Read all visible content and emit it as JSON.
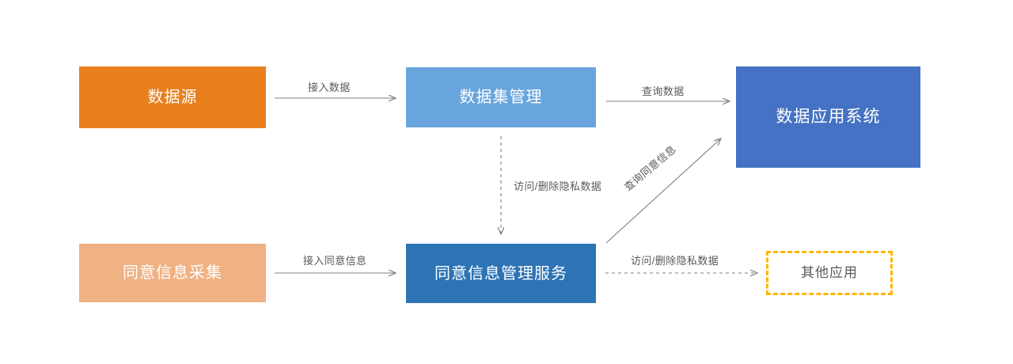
{
  "diagram": {
    "title": "",
    "background": "#ffffff",
    "nodes": [
      {
        "id": "datasource",
        "label": "数据源",
        "fill": "#e8801e",
        "text_color": "#ffffff",
        "style": "solid"
      },
      {
        "id": "dataset-mgmt",
        "label": "数据集管理",
        "fill": "#69a5dd",
        "text_color": "#ffffff",
        "style": "solid"
      },
      {
        "id": "data-app-system",
        "label": "数据应用系统",
        "fill": "#4572c4",
        "text_color": "#ffffff",
        "style": "solid"
      },
      {
        "id": "consent-collect",
        "label": "同意信息采集",
        "fill": "#f0b183",
        "text_color": "#ffffff",
        "style": "solid"
      },
      {
        "id": "consent-service",
        "label": "同意信息管理服务",
        "fill": "#2d74b5",
        "text_color": "#ffffff",
        "style": "solid"
      },
      {
        "id": "other-app",
        "label": "其他应用",
        "fill": "#ffffff",
        "text_color": "#5a5a5a",
        "style": "dashed",
        "border_color": "#ffb600"
      }
    ],
    "edges": [
      {
        "id": "ingest-data",
        "label": "接入数据",
        "from": "datasource",
        "to": "dataset-mgmt",
        "style": "solid",
        "color": "#7f7f7f"
      },
      {
        "id": "query-data",
        "label": "查询数据",
        "from": "dataset-mgmt",
        "to": "data-app-system",
        "style": "solid",
        "color": "#7f7f7f"
      },
      {
        "id": "access-delete-v",
        "label": "访问/删除隐私数据",
        "from": "dataset-mgmt",
        "to": "consent-service",
        "style": "dashed",
        "color": "#7f7f7f"
      },
      {
        "id": "query-consent",
        "label": "查询同意信息",
        "from": "consent-service",
        "to": "data-app-system",
        "style": "solid",
        "color": "#7f7f7f"
      },
      {
        "id": "ingest-consent",
        "label": "接入同意信息",
        "from": "consent-collect",
        "to": "consent-service",
        "style": "solid",
        "color": "#7f7f7f"
      },
      {
        "id": "access-delete-h",
        "label": "访问/删除隐私数据",
        "from": "consent-service",
        "to": "other-app",
        "style": "dashed",
        "color": "#7f7f7f"
      }
    ]
  }
}
